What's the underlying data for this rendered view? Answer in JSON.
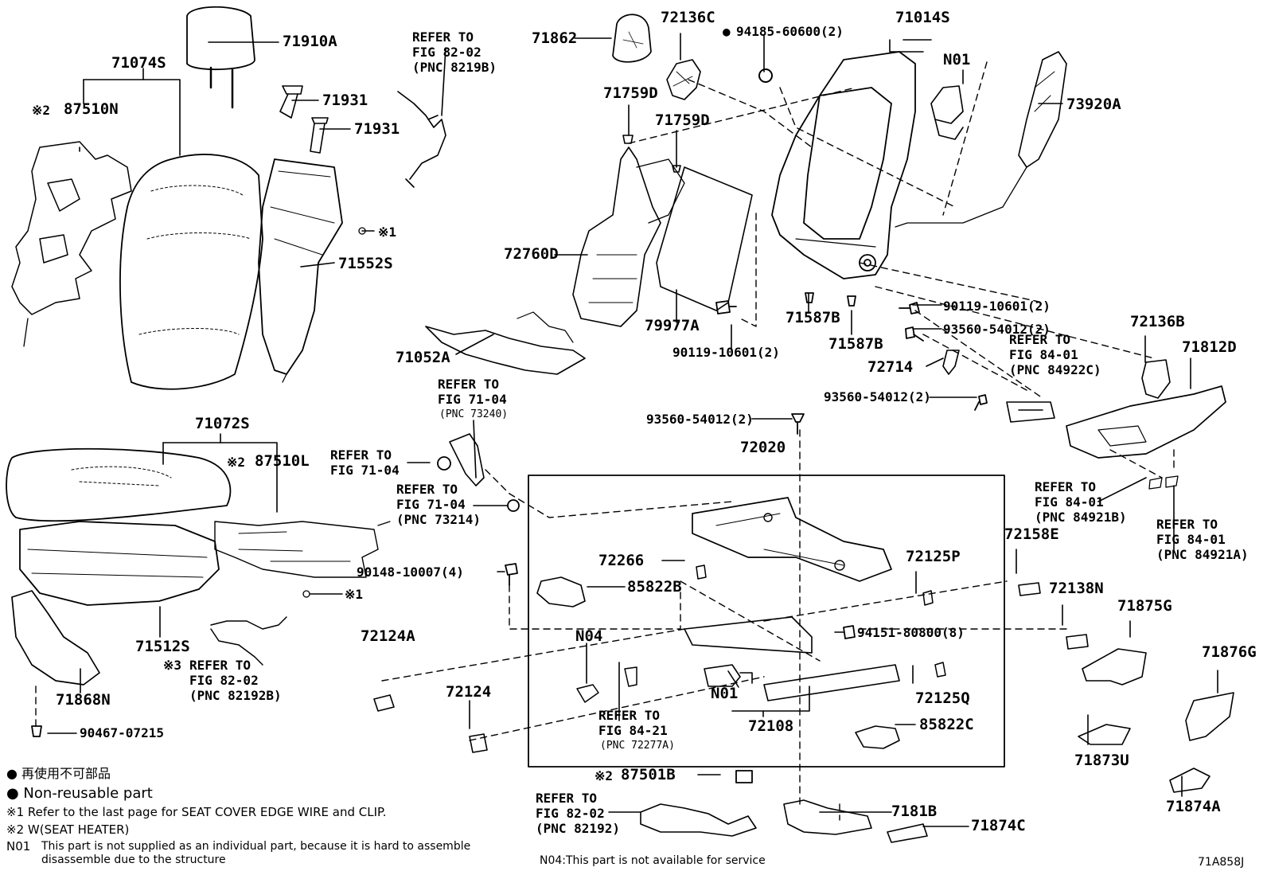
{
  "parts": {
    "p71910A": "71910A",
    "p71074S": "71074S",
    "p87510N": "87510N",
    "p71931a": "71931",
    "p71931b": "71931",
    "p71552S": "71552S",
    "p71862": "71862",
    "p72136C": "72136C",
    "p94185": "94185-60600(2)",
    "p71014S": "71014S",
    "pN01a": "N01",
    "p73920A": "73920A",
    "p71759D_a": "71759D",
    "p71759D_b": "71759D",
    "p72760D": "72760D",
    "p79977A": "79977A",
    "p90119a": "90119-10601(2)",
    "p71587B_a": "71587B",
    "p71587B_b": "71587B",
    "p90119b": "90119-10601(2)",
    "p93560a": "93560-54012(2)",
    "p72714": "72714",
    "p93560b": "93560-54012(2)",
    "p72136B": "72136B",
    "p71812D": "71812D",
    "p71052A": "71052A",
    "p71072S": "71072S",
    "p87510L": "87510L",
    "p93560c": "93560-54012(2)",
    "p72020": "72020",
    "p90148": "90148-10007(4)",
    "p72266": "72266",
    "p85822B": "85822B",
    "p72125P": "72125P",
    "p72158E": "72158E",
    "p72138N": "72138N",
    "p71875G": "71875G",
    "p71876G": "71876G",
    "p72124A": "72124A",
    "pN04": "N04",
    "p94151": "94151-80800(8)",
    "p71512S": "71512S",
    "p71868N": "71868N",
    "p90467": "90467-07215",
    "p72124": "72124",
    "pN01b": "N01",
    "p72125Q": "72125Q",
    "p72108": "72108",
    "p85822C": "85822C",
    "p71873U": "71873U",
    "p71874A": "71874A",
    "p87501B": "87501B",
    "p7181B": "7181B",
    "p71874C": "71874C",
    "clip1": "※1",
    "clip2": "※1",
    "mark2a": "※2",
    "mark2b": "※2",
    "mark2c": "※2",
    "mark3": "※3",
    "bullet94185": "●"
  },
  "refs": {
    "r8202a": [
      "REFER TO",
      "FIG 82-02",
      "(PNC 8219B)"
    ],
    "r7104a": [
      "REFER TO",
      "FIG 71-04",
      "(PNC 73240)"
    ],
    "r7104b": [
      "REFER TO",
      "FIG 71-04"
    ],
    "r7104c": [
      "REFER TO",
      "FIG 71-04",
      "(PNC 73214)"
    ],
    "r8401a": [
      "REFER TO",
      "FIG 84-01",
      "(PNC 84922C)"
    ],
    "r8401b": [
      "REFER TO",
      "FIG 84-01",
      "(PNC 84921B)"
    ],
    "r8401c": [
      "REFER TO",
      "FIG 84-01",
      "(PNC 84921A)"
    ],
    "r8202b": [
      "REFER TO",
      "FIG 82-02",
      "(PNC 82192B)"
    ],
    "r8421": [
      "REFER TO",
      "FIG 84-21",
      "(PNC 72277A)"
    ],
    "r8202c": [
      "REFER TO",
      "FIG 82-02",
      "(PNC 82192)"
    ]
  },
  "legend": {
    "jp": "● 再使用不可部品",
    "en": "● Non-reusable part",
    "n1": "※1 Refer to the last page for SEAT COVER EDGE WIRE and CLIP.",
    "n2": "※2 W(SEAT HEATER)",
    "n01_code": "N01",
    "n01_a": "This part is not supplied as an individual part, because it is hard to assemble",
    "n01_b": "disassemble due to the structure",
    "n04": "N04:This part is not available for service",
    "figure_id": "71A858J"
  }
}
